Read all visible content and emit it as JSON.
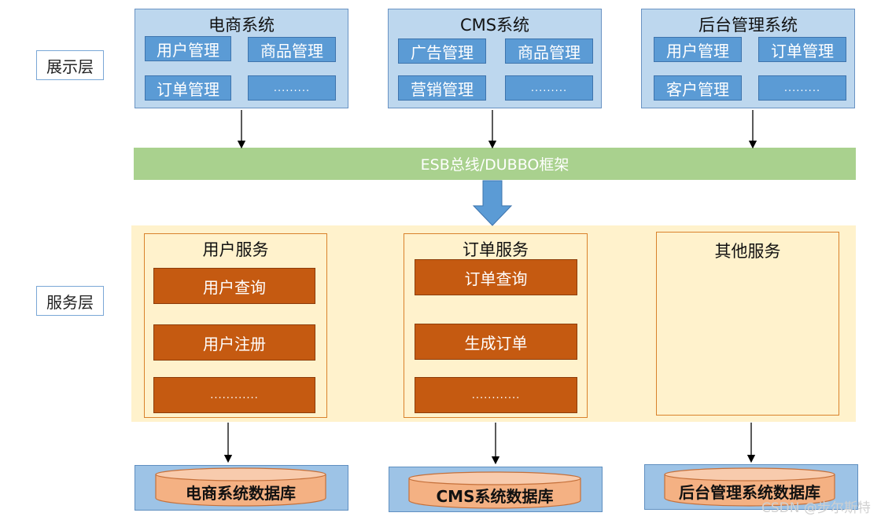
{
  "layers": {
    "presentation": "展示层",
    "service": "服务层"
  },
  "systems": [
    {
      "title": "电商系统",
      "modules": [
        "用户管理",
        "商品管理",
        "订单管理",
        "........."
      ]
    },
    {
      "title": "CMS系统",
      "modules": [
        "广告管理",
        "商品管理",
        "营销管理",
        "........."
      ]
    },
    {
      "title": "后台管理系统",
      "modules": [
        "用户管理",
        "订单管理",
        "客户管理",
        "........."
      ]
    }
  ],
  "bus": {
    "label": "ESB总线/DUBBO框架"
  },
  "services": [
    {
      "title": "用户服务",
      "items": [
        "用户查询",
        "用户注册",
        "............"
      ]
    },
    {
      "title": "订单服务",
      "items": [
        "订单查询",
        "生成订单",
        "............"
      ]
    },
    {
      "title": "其他服务",
      "items": []
    }
  ],
  "databases": [
    "电商系统数据库",
    "CMS系统数据库",
    "后台管理系统数据库"
  ],
  "watermark": "CSDN @步尔斯特",
  "colors": {
    "system_box": "#bdd7ee",
    "module": "#5b9bd5",
    "bus": "#a9d18e",
    "service_band": "#fff2cc",
    "service_item": "#c55a11",
    "database_cylinder": "#f4b183",
    "arrow_big": "#5b9bd5"
  }
}
